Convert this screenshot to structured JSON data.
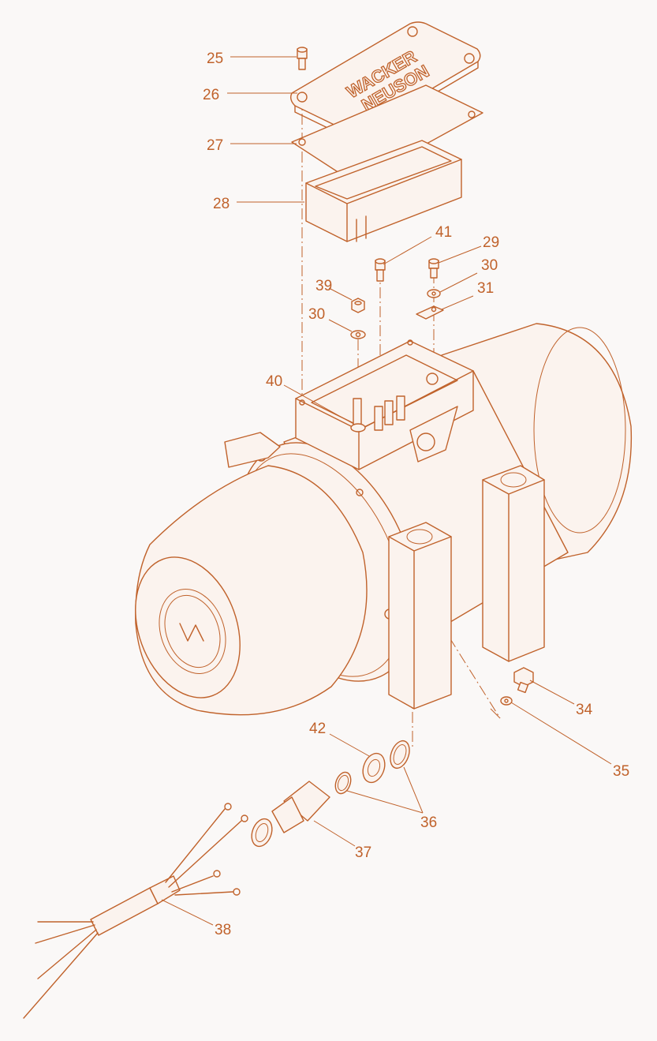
{
  "diagram": {
    "brand_line1": "WACKER",
    "brand_line2": "NEUSON",
    "line_color": "#c0622b",
    "background": "#faf8f7"
  },
  "labels": [
    {
      "id": "25",
      "text": "25"
    },
    {
      "id": "26",
      "text": "26"
    },
    {
      "id": "27",
      "text": "27"
    },
    {
      "id": "28",
      "text": "28"
    },
    {
      "id": "41",
      "text": "41"
    },
    {
      "id": "29",
      "text": "29"
    },
    {
      "id": "30a",
      "text": "30"
    },
    {
      "id": "31",
      "text": "31"
    },
    {
      "id": "39",
      "text": "39"
    },
    {
      "id": "30b",
      "text": "30"
    },
    {
      "id": "40",
      "text": "40"
    },
    {
      "id": "34",
      "text": "34"
    },
    {
      "id": "35",
      "text": "35"
    },
    {
      "id": "42",
      "text": "42"
    },
    {
      "id": "36",
      "text": "36"
    },
    {
      "id": "37",
      "text": "37"
    },
    {
      "id": "38",
      "text": "38"
    }
  ]
}
